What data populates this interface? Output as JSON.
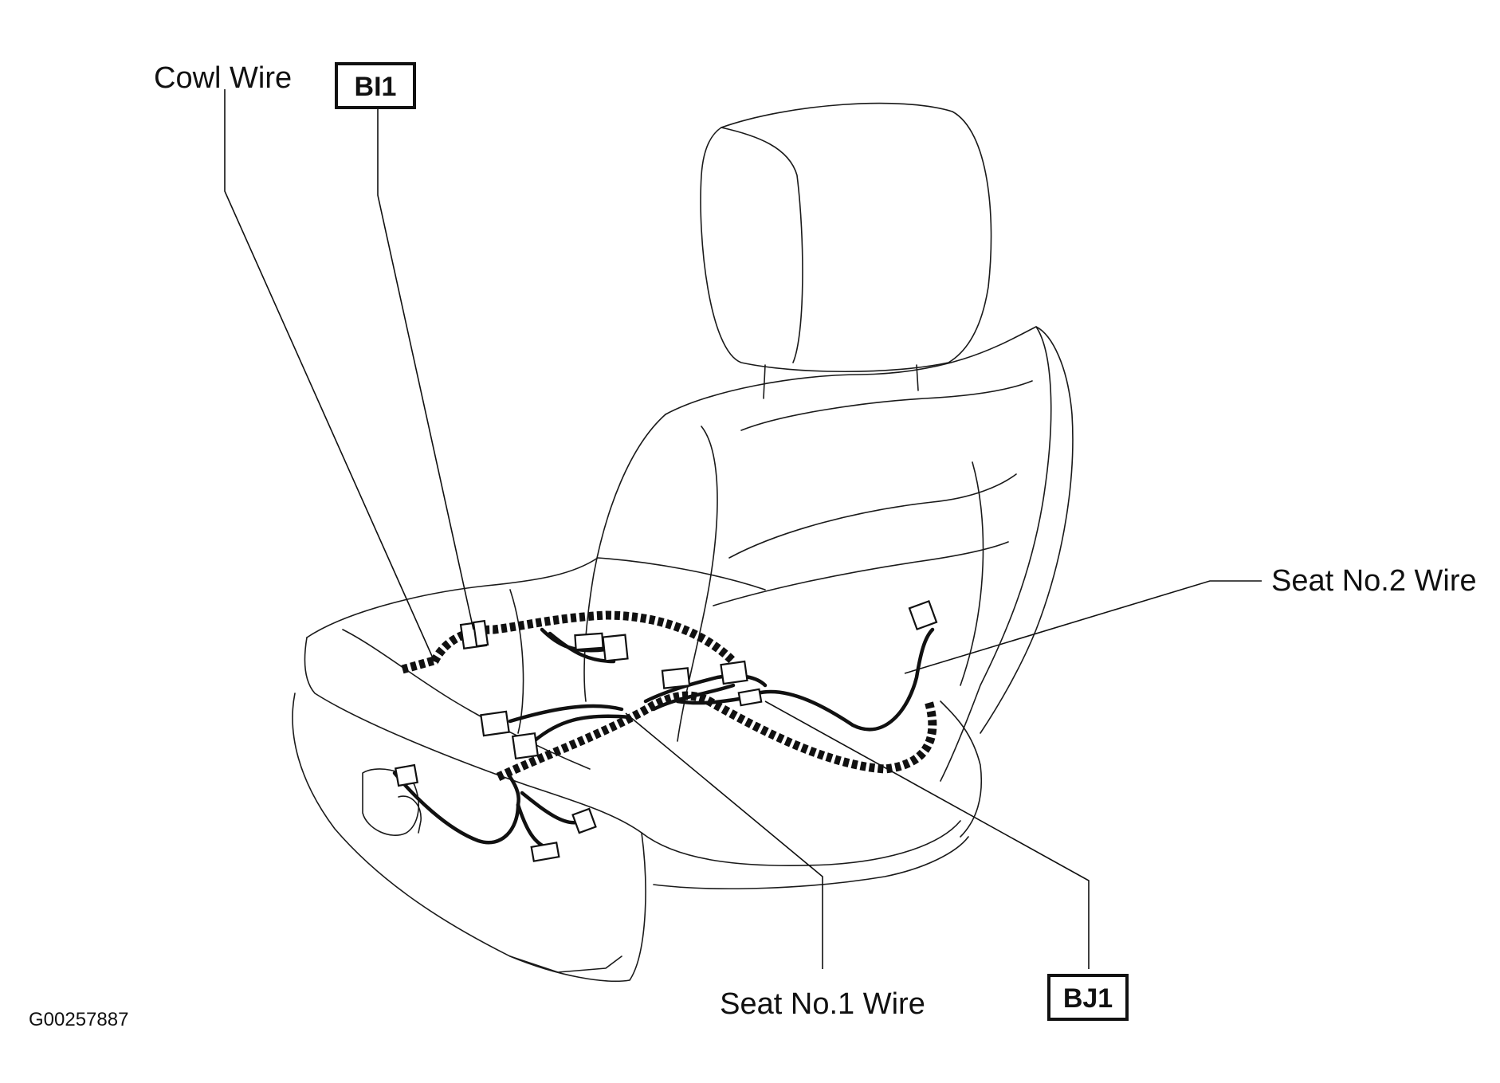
{
  "labels": {
    "cowl_wire": "Cowl Wire",
    "bi1": "BI1",
    "seat_no2_wire": "Seat No.2 Wire",
    "seat_no1_wire": "Seat No.1 Wire",
    "bj1": "BJ1",
    "figure_id": "G00257887"
  },
  "colors": {
    "line": "#111111",
    "background": "#ffffff"
  }
}
